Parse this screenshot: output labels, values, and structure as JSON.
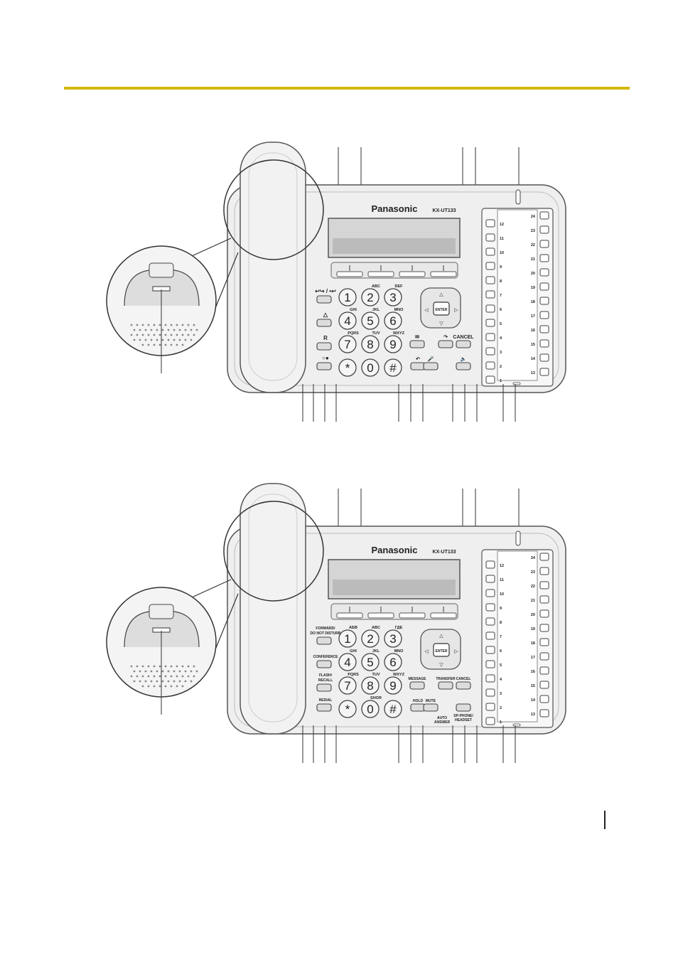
{
  "phone": {
    "brand": "Panasonic",
    "model": "KX-UT133",
    "cancel_label": "CANCEL",
    "enter_label": "ENTER",
    "key_glyphs": [
      "1",
      "2",
      "3",
      "4",
      "5",
      "6",
      "7",
      "8",
      "9",
      "*",
      "0",
      "#"
    ],
    "dss_left": [
      "12",
      "11",
      "10",
      "9",
      "8",
      "7",
      "6",
      "5",
      "4",
      "3",
      "2",
      "1"
    ],
    "dss_right": [
      "24",
      "23",
      "22",
      "21",
      "20",
      "19",
      "18",
      "17",
      "16",
      "15",
      "14",
      "13"
    ]
  },
  "figure_top": {
    "key_letters": [
      "",
      "ABC",
      "DEF",
      "GHI",
      "JKL",
      "MNO",
      "PQRS",
      "TUV",
      "WXYZ",
      "",
      "",
      ""
    ],
    "fn_left": [
      "↩↪ / •↩",
      "△",
      "R",
      "○●"
    ],
    "fn_right": {
      "message": "✉",
      "hold": "↶",
      "transfer": "↷",
      "mute": "🎤",
      "sp": "🔈"
    }
  },
  "figure_bottom": {
    "key_letters": [
      "АБВ",
      "ABC",
      "ГДЕ",
      "GHI",
      "JKL",
      "MNO",
      "PQRS",
      "TUV",
      "WXYZ",
      "",
      "SHOR",
      ""
    ],
    "fn_left": [
      "FORWARD/ DO NOT DISTURB",
      "CONFERENCE",
      "FLASH/ RECALL",
      "REDIAL"
    ],
    "fn_right": {
      "message": "MESSAGE",
      "transfer": "TRANSFER",
      "cancel": "CANCEL",
      "hold": "HOLD",
      "mute": "MUTE",
      "auto_answer": "AUTO ANSWER",
      "sp_phone": "SP-PHONE/ HEADSET"
    }
  }
}
